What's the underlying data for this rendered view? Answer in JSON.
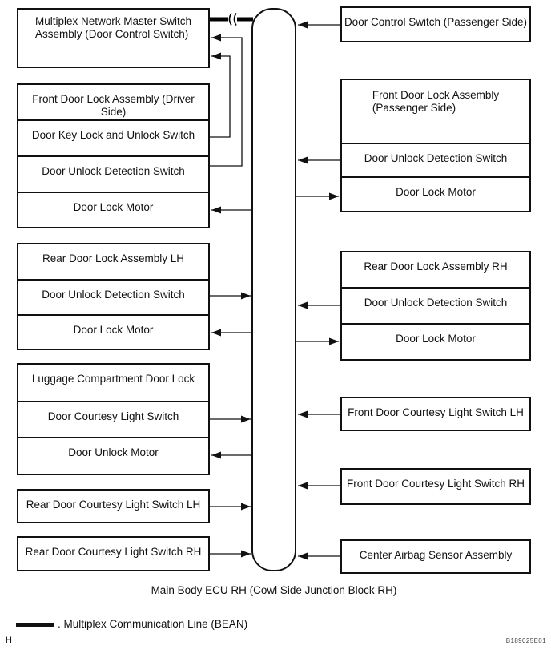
{
  "boxes": {
    "left": [
      {
        "lines": [
          "Multiplex Network Master Switch",
          "Assembly (Door Control Switch)"
        ]
      },
      {
        "rows": [
          "Front Door Lock Assembly (Driver Side)",
          "Door Key Lock and Unlock Switch",
          "Door Unlock Detection Switch",
          "Door Lock Motor"
        ]
      },
      {
        "rows": [
          "Rear Door Lock Assembly LH",
          "Door Unlock Detection Switch",
          "Door Lock Motor"
        ]
      },
      {
        "rows": [
          "Luggage Compartment Door Lock",
          "Door Courtesy Light Switch",
          "Door Unlock Motor"
        ]
      },
      {
        "rows": [
          "Rear Door Courtesy Light Switch LH"
        ]
      },
      {
        "rows": [
          "Rear Door Courtesy Light Switch RH"
        ]
      }
    ],
    "right": [
      {
        "rows": [
          "Door Control Switch (Passenger Side)"
        ]
      },
      {
        "lines": [
          "Front Door Lock Assembly",
          "(Passenger Side)"
        ],
        "rows": [
          "Door Unlock Detection Switch",
          "Door Lock Motor"
        ]
      },
      {
        "rows": [
          "Rear Door Lock Assembly RH",
          "Door Unlock Detection Switch",
          "Door Lock Motor"
        ]
      },
      {
        "rows": [
          "Front Door Courtesy Light Switch LH"
        ]
      },
      {
        "rows": [
          "Front Door Courtesy Light Switch RH"
        ]
      },
      {
        "rows": [
          "Center Airbag Sensor Assembly"
        ]
      }
    ]
  },
  "ecu": {
    "caption": "Main Body ECU RH (Cowl Side Junction Block RH)"
  },
  "legend": {
    "text": ". Multiplex Communication Line (BEAN)"
  },
  "footer": {
    "page_mark": "H",
    "figure_code": "B189025E01"
  }
}
